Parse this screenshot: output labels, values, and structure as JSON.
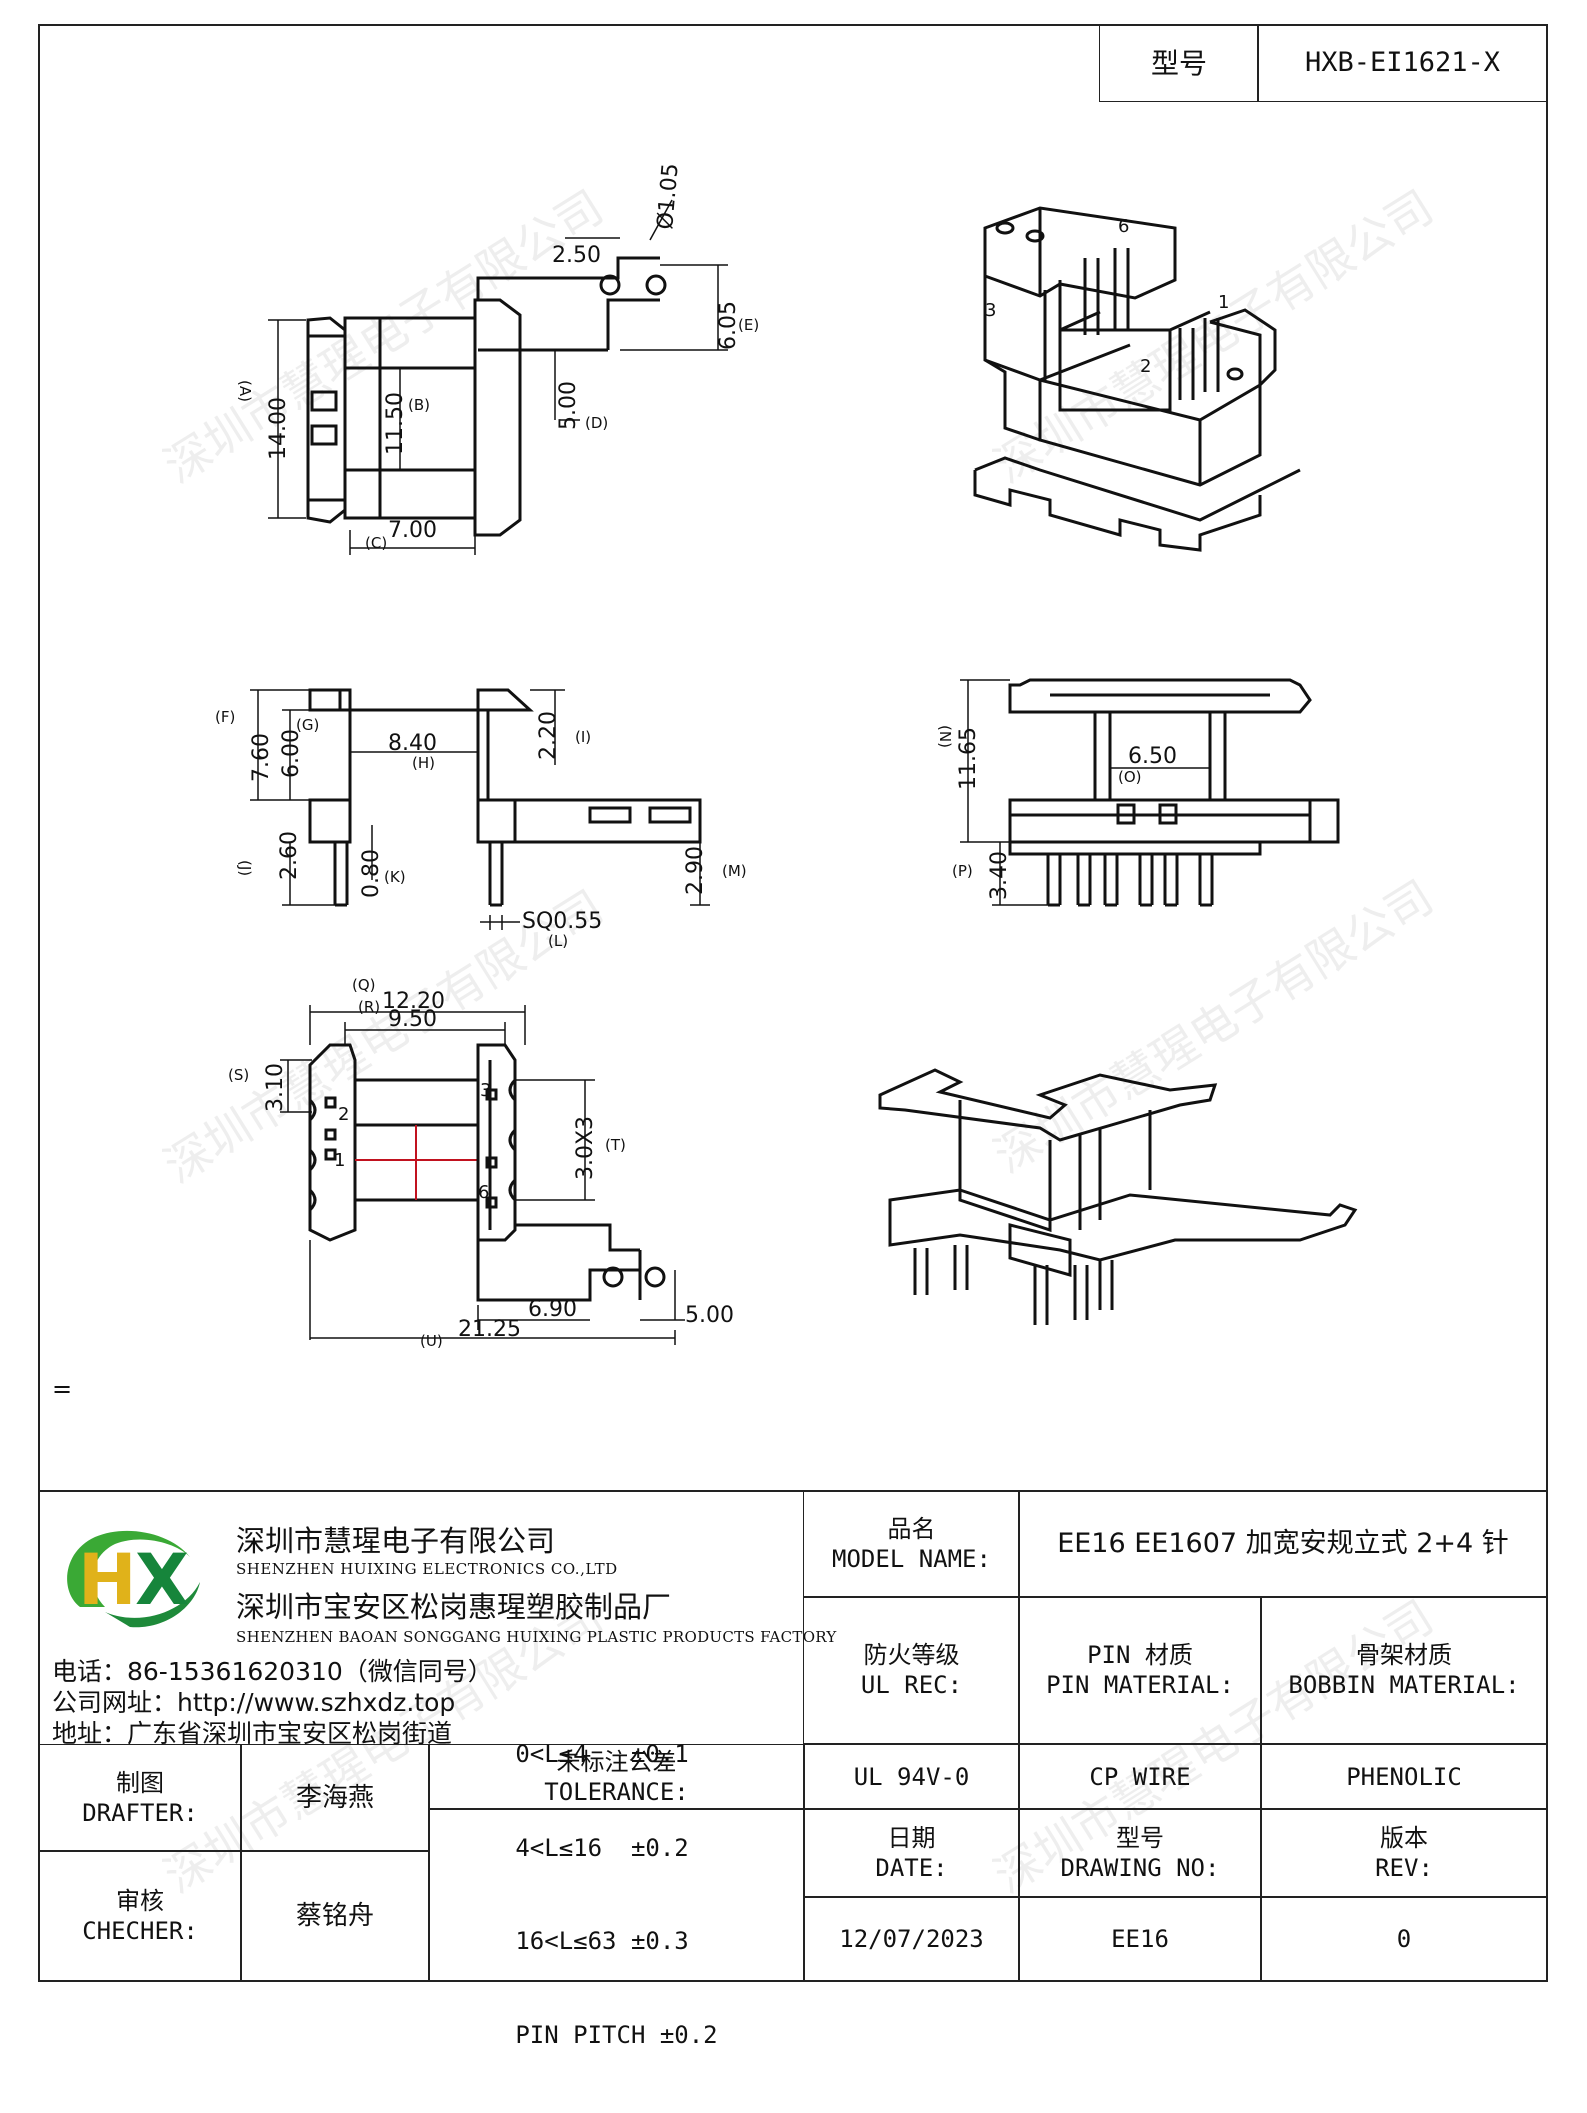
{
  "header": {
    "type_label": "型号",
    "type_value": "HXB-EI1621-X"
  },
  "watermark": "深圳市慧瑆电子有限公司",
  "stray_mark": "=",
  "drawing_top": {
    "dims": [
      "2.50",
      "Ø1.05",
      "6.05",
      "(E)",
      "14.00",
      "(A)",
      "11.50",
      "(B)",
      "5.00",
      "(D)",
      "7.00",
      "(C)"
    ]
  },
  "drawing_side": {
    "dims": [
      "7.60",
      "(F)",
      "6.00",
      "(G)",
      "8.40",
      "(H)",
      "2.20",
      "(I)",
      "2.60",
      "(J)",
      "0.80",
      "(K)",
      "SQ0.55",
      "(L)",
      "2.90",
      "(M)"
    ]
  },
  "drawing_front": {
    "dims": [
      "11.65",
      "(N)",
      "6.50",
      "(O)",
      "3.40",
      "(P)"
    ]
  },
  "drawing_bottom": {
    "dims": [
      "12.20",
      "(Q)",
      "9.50",
      "(R)",
      "3.10",
      "(S)",
      "3.0X3",
      "(T)",
      "6.90",
      "5.00",
      "21.25",
      "(U)"
    ],
    "pins": [
      "3",
      "2",
      "1",
      "6"
    ]
  },
  "iso_top_labels": [
    "6",
    "3",
    "1",
    "2"
  ],
  "company": {
    "logo_text": "HX",
    "name_cn": "深圳市慧瑆电子有限公司",
    "name_en": "SHENZHEN HUIXING ELECTRONICS CO.,LTD",
    "factory_cn": "深圳市宝安区松岗惠瑆塑胶制品厂",
    "factory_en": "SHENZHEN BAOAN SONGGANG HUIXING PLASTIC PRODUCTS FACTORY",
    "phone": "电话：86-15361620310（微信同号）",
    "website": "公司网址：http://www.szhxdz.top",
    "address": "地址：广东省深圳市宝安区松岗街道"
  },
  "titleblock": {
    "model_name_label_cn": "品名",
    "model_name_label_en": "MODEL NAME:",
    "model_name_value": "EE16 EE1607 加宽安规立式 2+4 针",
    "ul_label_cn": "防火等级",
    "ul_label_en": "UL REC:",
    "pin_label_cn": "PIN 材质",
    "pin_label_en": "PIN MATERIAL:",
    "bobbin_label_cn": "骨架材质",
    "bobbin_label_en": "BOBBIN MATERIAL:",
    "ul_value": "UL 94V-0",
    "pin_value": "CP WIRE",
    "bobbin_value": "PHENOLIC",
    "drafter_label_cn": "制图",
    "drafter_label_en": "DRAFTER:",
    "drafter_value": "李海燕",
    "checker_label_cn": "审核",
    "checker_label_en": "CHECHER:",
    "checker_value": "蔡铭舟",
    "tolerance_label_cn": "未标注公差",
    "tolerance_label_en": "TOLERANCE:",
    "tolerance_lines": [
      "0<L≤4   ±0.1",
      "4<L≤16  ±0.2",
      "16<L≤63 ±0.3",
      "PIN PITCH ±0.2"
    ],
    "date_label_cn": "日期",
    "date_label_en": "DATE:",
    "date_value": "12/07/2023",
    "drawing_no_label_cn": "型号",
    "drawing_no_label_en": "DRAWING NO:",
    "drawing_no_value": "EE16",
    "rev_label_cn": "版本",
    "rev_label_en": "REV:",
    "rev_value": "0"
  }
}
